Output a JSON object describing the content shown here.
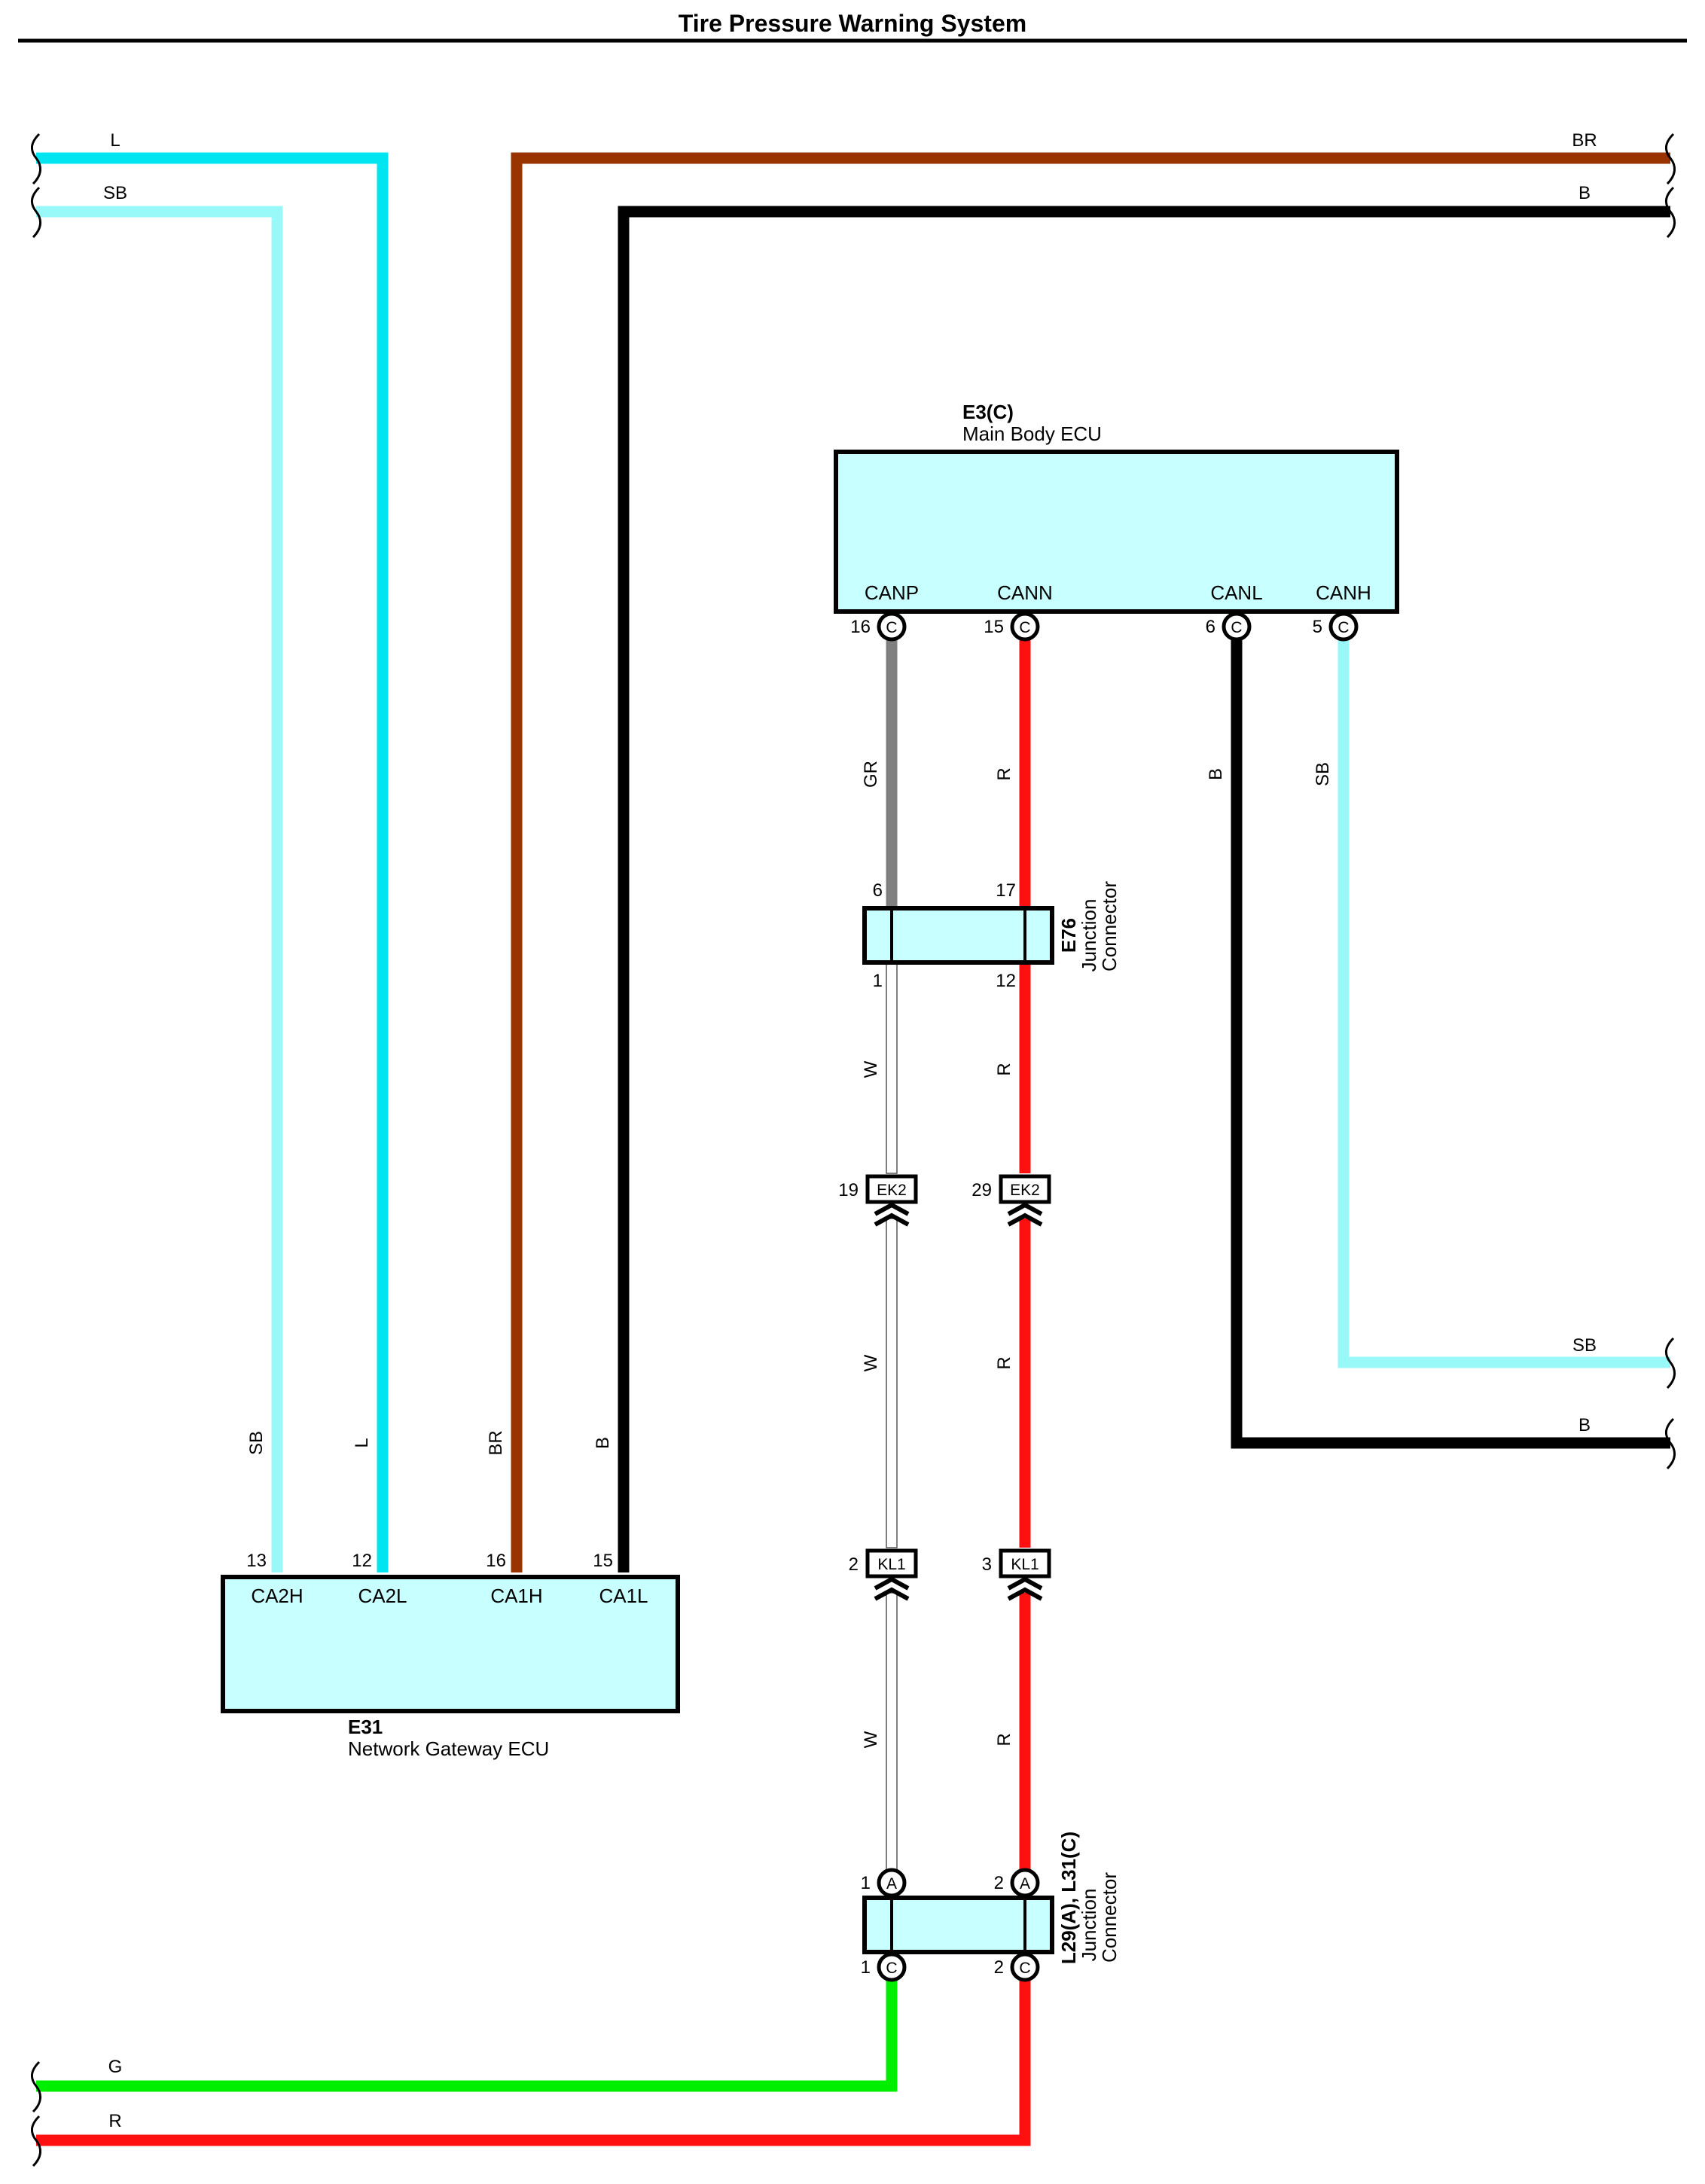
{
  "title": "Tire Pressure Warning System",
  "colors": {
    "L": "#00E5F0",
    "SB": "#99F8F8",
    "BR": "#993300",
    "B": "#000000",
    "GR": "#808080",
    "R": "#FF1010",
    "W": "#FFFFFF",
    "G": "#00EE00",
    "component_fill": "#C8FFFF"
  },
  "components": {
    "main_body_ecu": {
      "id": "E3(C)",
      "name": "Main Body ECU",
      "terminals": [
        "CANP",
        "CANN",
        "CANL",
        "CANH"
      ],
      "pins": [
        "16",
        "15",
        "6",
        "5"
      ],
      "pin_type": "C"
    },
    "network_gateway_ecu": {
      "id": "E31",
      "name": "Network Gateway ECU",
      "terminals": [
        "CA2H",
        "CA2L",
        "CA1H",
        "CA1L"
      ],
      "pins": [
        "13",
        "12",
        "16",
        "15"
      ]
    },
    "junction_e76": {
      "id": "E76",
      "type_line1": "Junction",
      "type_line2": "Connector",
      "top_pins": [
        "6",
        "17"
      ],
      "bottom_pins": [
        "1",
        "12"
      ]
    },
    "junction_l29": {
      "id": "L29(A), L31(C)",
      "type_line1": "Junction",
      "type_line2": "Connector",
      "top_pins": [
        "1",
        "2"
      ],
      "top_type": "A",
      "bottom_pins": [
        "1",
        "2"
      ],
      "bottom_type": "C"
    }
  },
  "inline_connectors": {
    "ek2": {
      "label": "EK2",
      "pins": [
        "19",
        "29"
      ]
    },
    "kl1": {
      "label": "KL1",
      "pins": [
        "2",
        "3"
      ]
    }
  },
  "wire_labels": {
    "top_left_L": "L",
    "top_left_SB": "SB",
    "top_right_BR": "BR",
    "top_right_B": "B",
    "canp": "GR",
    "cann": "R",
    "canl": "B",
    "canh": "SB",
    "e76_w": "W",
    "e76_r": "R",
    "ek2_w": "W",
    "ek2_r": "R",
    "kl1_w": "W",
    "kl1_r": "R",
    "gw_sb": "SB",
    "gw_l": "L",
    "gw_br": "BR",
    "gw_b": "B",
    "right_SB": "SB",
    "right_B": "B",
    "bottom_G": "G",
    "bottom_R": "R"
  }
}
